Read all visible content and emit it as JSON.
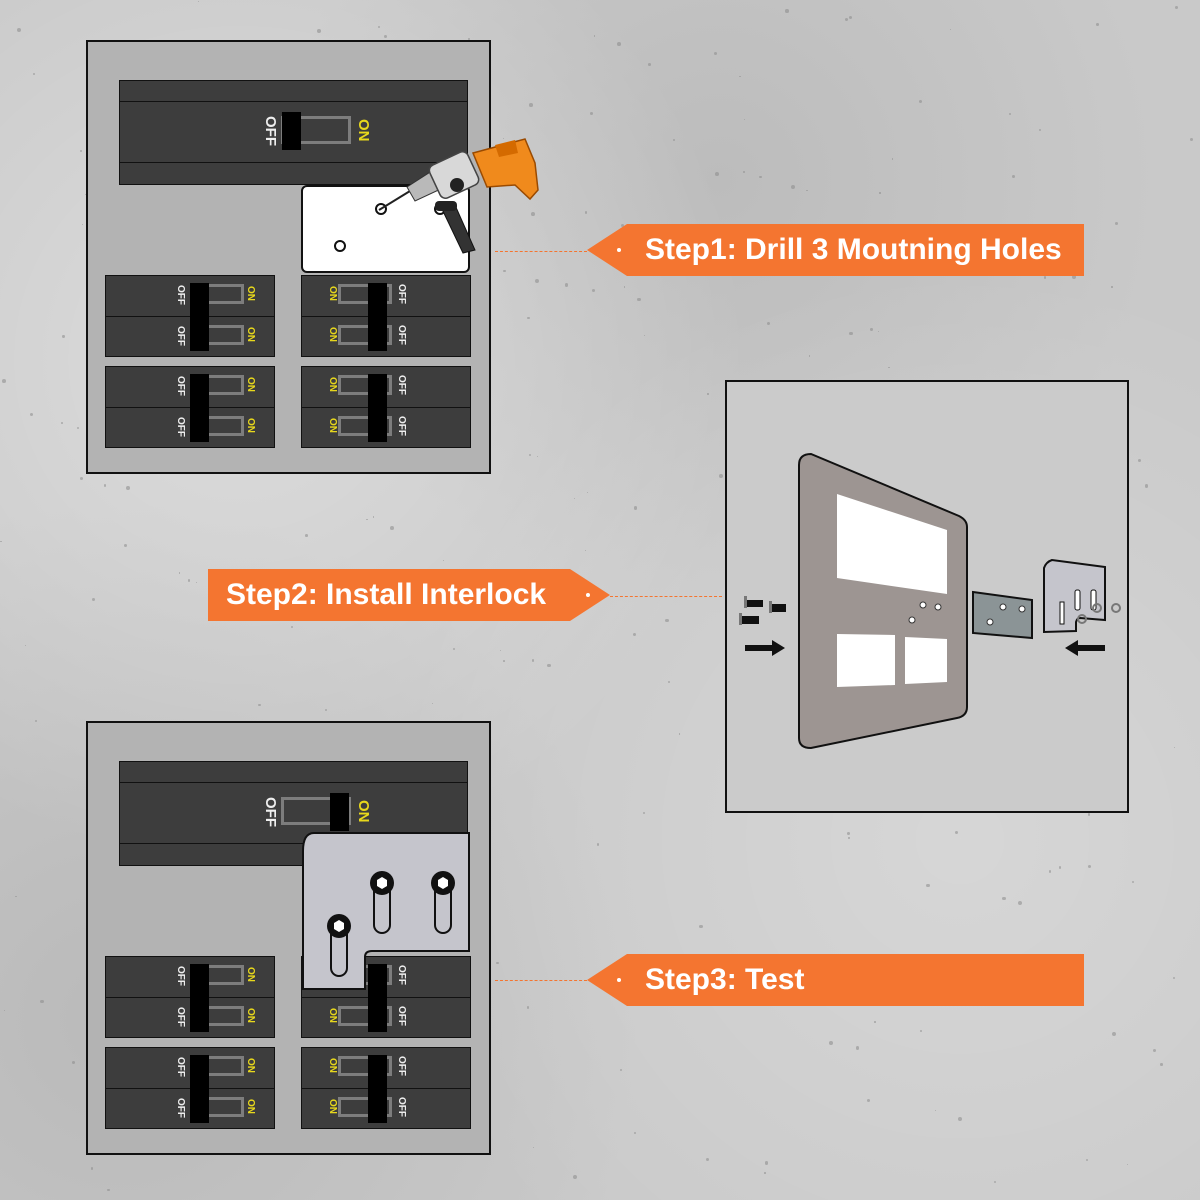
{
  "steps": [
    {
      "label": "Step1: Drill 3 Moutning Holes"
    },
    {
      "label": "Step2: Install Interlock"
    },
    {
      "label": "Step3: Test"
    }
  ],
  "breaker_labels": {
    "on": "ON",
    "off": "OFF"
  },
  "colors": {
    "accent": "#f47530",
    "panel": "#b3b3b3",
    "breaker": "#3d3d3d",
    "on_label": "#e8d81c",
    "off_label": "#eeeeee",
    "plate": "#9d9592",
    "interlock": "#c5c5cc"
  },
  "panels": {
    "step1": {
      "main_breaker_state": "OFF",
      "drill_holes": 3
    },
    "step3": {
      "main_breaker_state": "ON"
    }
  }
}
